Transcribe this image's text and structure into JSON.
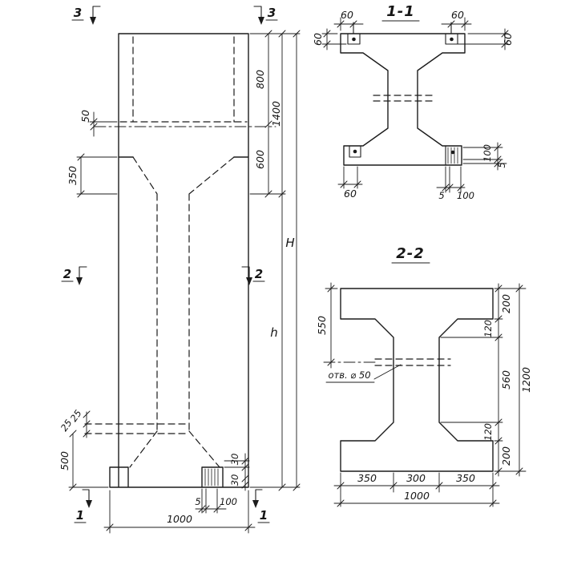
{
  "meta": {
    "background": "#ffffff",
    "ink": "#1c1c1c"
  },
  "elevation": {
    "marker_3": "3",
    "marker_2": "2",
    "marker_1": "1",
    "dim_50": "50",
    "dim_350": "350",
    "dim_800": "800",
    "dim_600": "600",
    "dim_1400": "1400",
    "dim_H": "H",
    "dim_h": "h",
    "dim_25_a": "25",
    "dim_25_b": "25",
    "dim_500": "500",
    "dim_30_a": "30",
    "dim_30_b": "30",
    "dim_5": "5",
    "dim_100": "100",
    "dim_1000": "1000"
  },
  "section_1_1": {
    "title": "1-1",
    "dim_60_top_left": "60",
    "dim_60_top_right": "60",
    "dim_60_left": "60",
    "dim_60_right": "60",
    "dim_60_bottom": "60",
    "dim_5_bottom": "5",
    "dim_100_bottom": "100",
    "dim_100_right": "100",
    "dim_5_right": "5"
  },
  "section_2_2": {
    "title": "2-2",
    "dim_550": "550",
    "dim_200_top": "200",
    "dim_120_top": "120",
    "dim_560": "560",
    "dim_120_bottom": "120",
    "dim_200_bottom": "200",
    "dim_1200": "1200",
    "hole_label": "отв. ⌀ 50",
    "dim_350_left": "350",
    "dim_300": "300",
    "dim_350_right": "350",
    "dim_1000": "1000"
  }
}
